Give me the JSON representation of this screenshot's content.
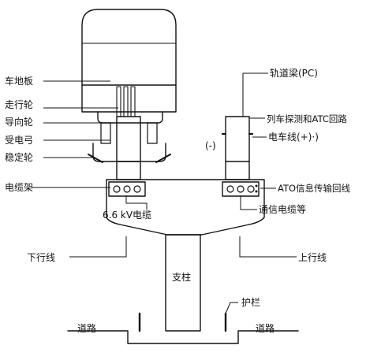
{
  "labels": {
    "car_floor": "车地板",
    "running_wheel": "走行轮",
    "guide_wheel": "导向轮",
    "current_collector": "受电弓",
    "stabilizing_wheel": "稳定轮",
    "cable_tray": "电缆架",
    "cable_6_6kv": "6.6 kV电缆",
    "down_line": "下行线",
    "pier": "支柱",
    "guardrail": "护栏",
    "road_left": "道路",
    "road_right": "道路",
    "track_beam": "轨道梁(PC)",
    "train_detection_atc": "列车探测和ATC回路",
    "minus_sign": "(-)",
    "trolley_wire": "电车线(+)·)",
    "ato_circuit": "ATO信息传输回线",
    "comm_cable": "通信电缆等",
    "up_line": "上行线"
  }
}
